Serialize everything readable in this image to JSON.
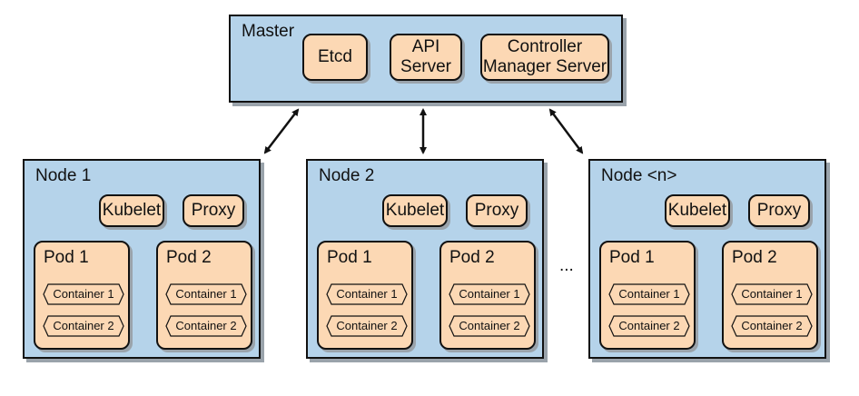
{
  "master": {
    "title": "Master",
    "components": [
      "Etcd",
      "API\nServer",
      "Controller\nManager Server"
    ]
  },
  "nodes": [
    {
      "title": "Node 1",
      "kubelet": "Kubelet",
      "proxy": "Proxy",
      "pods": [
        {
          "title": "Pod 1",
          "containers": [
            "Container 1",
            "Container 2"
          ]
        },
        {
          "title": "Pod 2",
          "containers": [
            "Container 1",
            "Container 2"
          ]
        }
      ]
    },
    {
      "title": "Node 2",
      "kubelet": "Kubelet",
      "proxy": "Proxy",
      "pods": [
        {
          "title": "Pod 1",
          "containers": [
            "Container 1",
            "Container 2"
          ]
        },
        {
          "title": "Pod 2",
          "containers": [
            "Container 1",
            "Container 2"
          ]
        }
      ]
    },
    {
      "title": "Node <n>",
      "kubelet": "Kubelet",
      "proxy": "Proxy",
      "pods": [
        {
          "title": "Pod 1",
          "containers": [
            "Container 1",
            "Container 2"
          ]
        },
        {
          "title": "Pod 2",
          "containers": [
            "Container 1",
            "Container 2"
          ]
        }
      ]
    }
  ],
  "ellipsis": "...",
  "colors": {
    "panel": "#b5d3ea",
    "chip": "#fcd8b4",
    "outline": "#111111",
    "shadow": "#9aa3ab"
  },
  "icons": [
    "double-arrow-icon",
    "hexagon-tag-icon"
  ]
}
